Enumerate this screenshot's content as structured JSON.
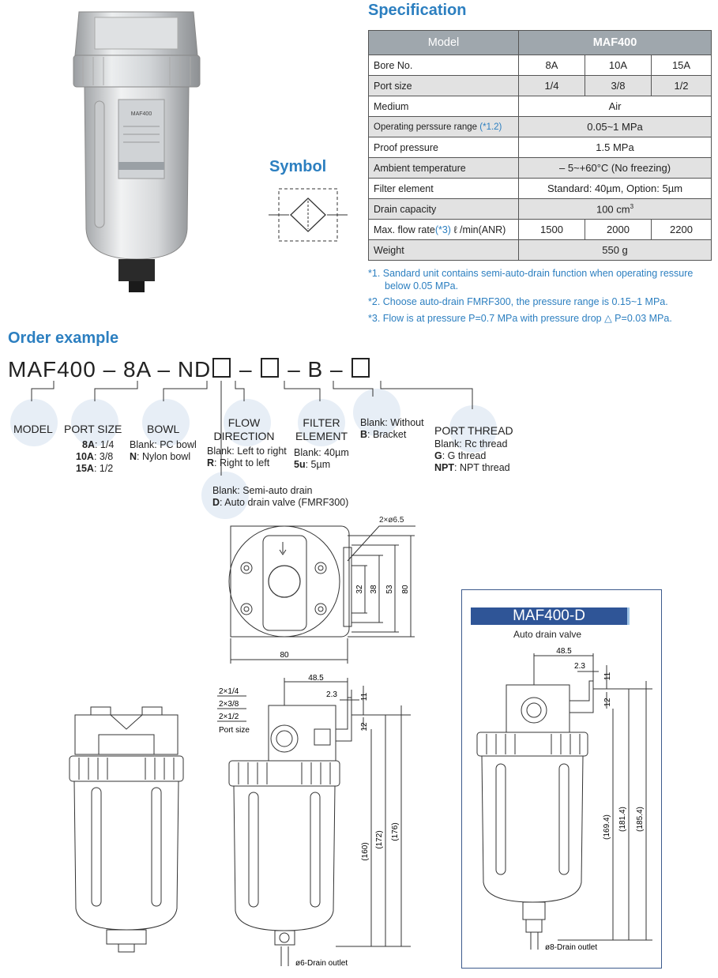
{
  "spec": {
    "heading": "Specification",
    "header": {
      "label": "Model",
      "model": "MAF400"
    },
    "rows": [
      {
        "label": "Bore No.",
        "values": [
          "8A",
          "10A",
          "15A"
        ]
      },
      {
        "label": "Port size",
        "values": [
          "1/4",
          "3/8",
          "1/2"
        ]
      },
      {
        "label": "Medium",
        "value": "Air"
      },
      {
        "label": "Operating perssure range",
        "ref": "(*1.2)",
        "value": "0.05~1 MPa"
      },
      {
        "label": "Proof pressure",
        "value": "1.5 MPa"
      },
      {
        "label": "Ambient temperature",
        "value": "– 5~+60°C (No freezing)"
      },
      {
        "label": "Filter element",
        "value": "Standard: 40µm, Option: 5µm"
      },
      {
        "label": "Drain capacity",
        "value": "100 cm",
        "sup": "3"
      },
      {
        "label": "Max. flow rate",
        "ref": "(*3)",
        "label_suffix": "ℓ /min(ANR)",
        "values": [
          "1500",
          "2000",
          "2200"
        ]
      },
      {
        "label": "Weight",
        "value": "550 g"
      }
    ],
    "notes": [
      "*1. Sandard unit contains semi-auto-drain function when operating ressure",
      "below 0.05 MPa.",
      "*2. Choose auto-drain FMRF300, the pressure range is 0.15~1 MPa.",
      "*3. Flow is at pressure P=0.7 MPa with pressure drop △ P=0.03 MPa."
    ]
  },
  "symbol": {
    "heading": "Symbol"
  },
  "order": {
    "heading": "Order example",
    "code": {
      "part1": "MAF400",
      "dash": "–",
      "part2": "8A",
      "part3": "ND",
      "part4": "B"
    },
    "model": "MODEL",
    "port_size": {
      "title": "PORT SIZE",
      "opts": [
        [
          "8A",
          ": 1/4"
        ],
        [
          "10A",
          ": 3/8"
        ],
        [
          "15A",
          ": 1/2"
        ]
      ]
    },
    "bowl": {
      "title": "BOWL",
      "opts": [
        [
          "",
          "Blank: PC bowl"
        ],
        [
          "N",
          ": Nylon bowl"
        ]
      ]
    },
    "flow": {
      "title1": "FLOW",
      "title2": "DIRECTION",
      "opts": [
        [
          "",
          "Blank: Left to right"
        ],
        [
          "R",
          ": Right to left"
        ]
      ]
    },
    "filter": {
      "title1": "FILTER",
      "title2": "ELEMENT",
      "opts": [
        [
          "",
          "Blank: 40µm"
        ],
        [
          "5u",
          ": 5µm"
        ]
      ]
    },
    "bracket": {
      "opts": [
        [
          "",
          "Blank: Without"
        ],
        [
          "B",
          ": Bracket"
        ]
      ]
    },
    "port_thread": {
      "title": "PORT THREAD",
      "opts": [
        [
          "",
          "Blank: Rc thread"
        ],
        [
          "G",
          ": G thread"
        ],
        [
          "NPT",
          ": NPT thread"
        ]
      ]
    },
    "drain": {
      "opts": [
        [
          "",
          "Blank: Semi-auto drain"
        ],
        [
          "D",
          ": Auto drain valve (FMRF300)"
        ]
      ]
    }
  },
  "drawing": {
    "top": {
      "holes": "2×ø6.5",
      "d32": "32",
      "d38": "38",
      "d53": "53",
      "d80h": "80",
      "d80w": "80"
    },
    "side": {
      "p1": "2×1/4",
      "p2": "2×3/8",
      "p3": "2×1/2",
      "port_size": "Port size",
      "d485": "48.5",
      "d23": "2.3",
      "d11": "11",
      "d12": "12",
      "h160": "(160)",
      "h172": "(172)",
      "h176": "(176)",
      "outlet": "ø6-Drain outlet"
    },
    "auto": {
      "title": "MAF400-D",
      "subtitle": "Auto drain valve",
      "d485": "48.5",
      "d23": "2.3",
      "d11": "11",
      "d12": "12",
      "h1694": "(169.4)",
      "h1814": "(181.4)",
      "h1854": "(185.4)",
      "outlet": "ø8-Drain outlet"
    }
  },
  "product_label": {
    "model": "MAF400"
  }
}
